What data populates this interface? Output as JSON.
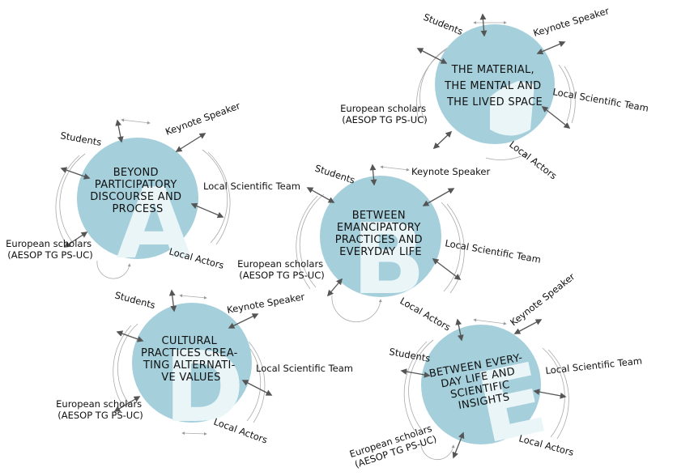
{
  "colors": {
    "circle": "#a4cfdb",
    "letter": "#eaf5f8",
    "arrow": "#555555",
    "faint_arrow": "#9a9a9a",
    "text": "#111111"
  },
  "workshops": [
    {
      "id": "A",
      "letter": "A",
      "title_lines": [
        "BEYOND",
        "PARTICIPATORY",
        "DISCOURSE AND",
        "PROCESS"
      ],
      "labels": {
        "students": "Students",
        "keynote": "Keynote Speaker",
        "local_team": "Local Scientific Team",
        "local_actors": "Local Actors",
        "european": [
          "European scholars",
          "(AESOP TG PS-UC)"
        ]
      }
    },
    {
      "id": "B",
      "letter": "B",
      "title_lines": [
        "BETWEEN",
        "EMANCIPATORY",
        "PRACTICES AND",
        "EVERYDAY LIFE"
      ],
      "labels": {
        "students": "Students",
        "keynote": "Keynote Speaker",
        "local_team": "Local Scientific Team",
        "local_actors": "Local Actors",
        "european": [
          "European scholars",
          "(AESOP TG PS-UC)"
        ]
      }
    },
    {
      "id": "C",
      "letter": "C",
      "title_lines": [
        "THE MATERIAL,",
        "THE MENTAL AND",
        "THE LIVED SPACE"
      ],
      "labels": {
        "students": "Students",
        "keynote": "Keynote Speaker",
        "local_team": "Local Scientific Team",
        "local_actors": "Local Actors",
        "european": [
          "European scholars",
          "(AESOP TG PS-UC)"
        ]
      }
    },
    {
      "id": "D",
      "letter": "D",
      "title_lines": [
        "CULTURAL",
        "PRACTICES CREA-",
        "TING ALTERNATI-",
        "VE VALUES"
      ],
      "labels": {
        "students": "Students",
        "keynote": "Keynote Speaker",
        "local_team": "Local Scientific Team",
        "local_actors": "Local Actors",
        "european": [
          "European scholars",
          "(AESOP TG PS-UC)"
        ]
      }
    },
    {
      "id": "E",
      "letter": "E",
      "title_lines": [
        "BETWEEN EVERY-",
        "DAY LIFE AND",
        "SCIENTIFIC",
        "INSIGHTS"
      ],
      "labels": {
        "students": "Students",
        "keynote": "Keynote Speaker",
        "local_team": "Local Scientific Team",
        "local_actors": "Local Actors",
        "european": [
          "European scholars",
          "(AESOP TG PS-UC)"
        ]
      }
    }
  ]
}
